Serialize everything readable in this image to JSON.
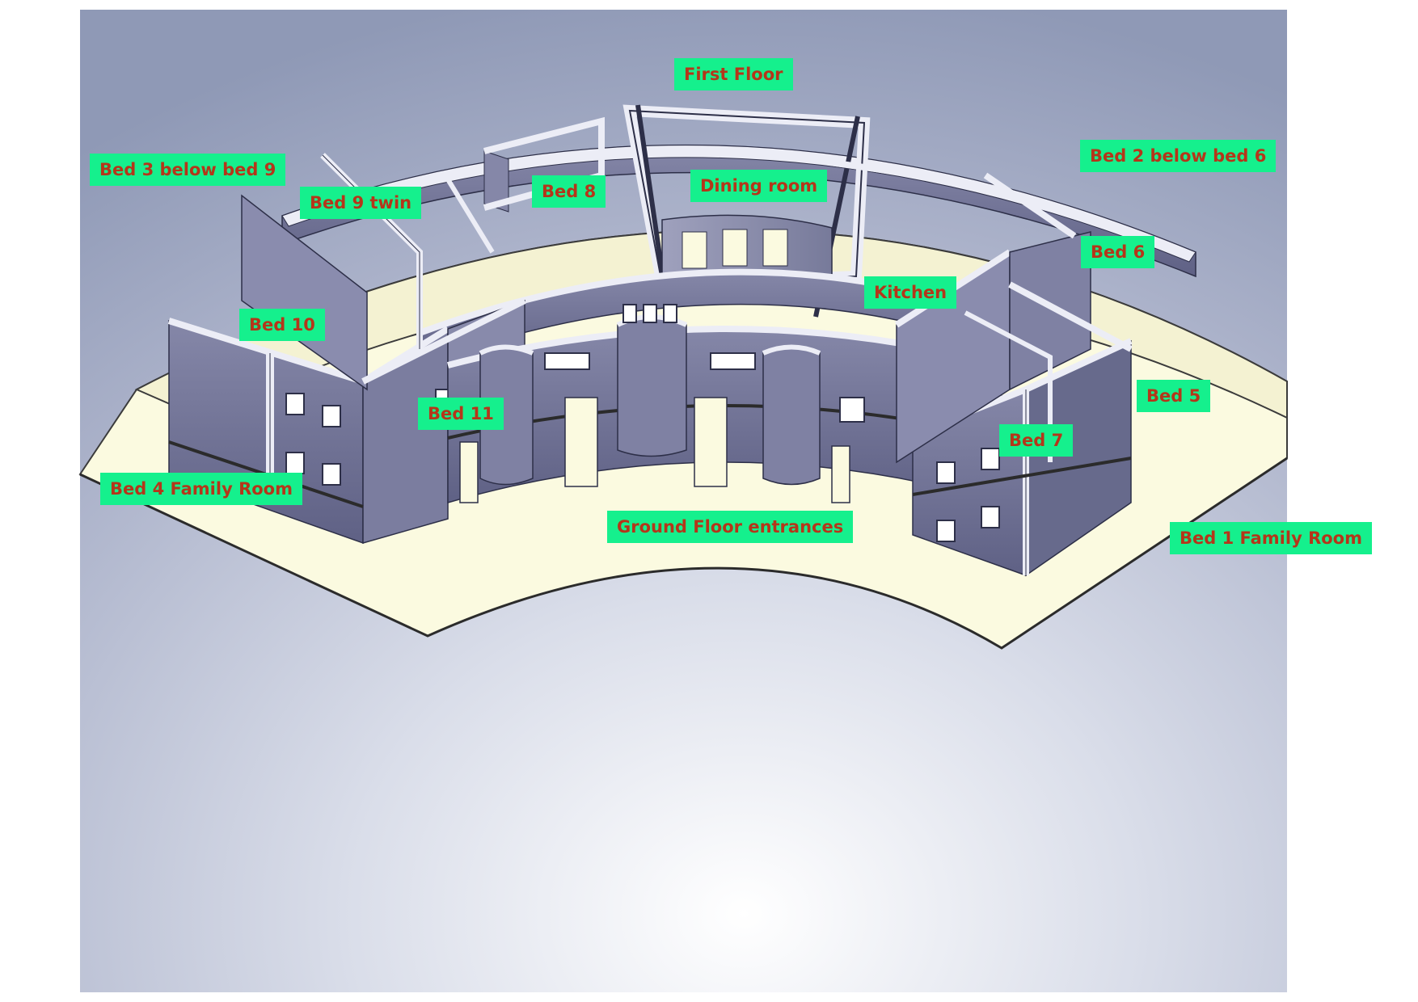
{
  "labels": {
    "first_floor": "First Floor",
    "bed_3": "Bed 3 below bed 9",
    "bed_9": "Bed 9 twin",
    "bed_8": "Bed 8",
    "dining": "Dining room",
    "bed_2": "Bed 2 below bed  6",
    "bed_6": "Bed 6",
    "kitchen": "Kitchen",
    "bed_10": "Bed 10",
    "bed_11": "Bed 11",
    "bed_5": "Bed 5",
    "bed_7": "Bed 7",
    "bed_4": "Bed 4 Family Room",
    "ground_entrances": "Ground Floor entrances",
    "bed_1": "Bed 1 Family Room"
  },
  "colors": {
    "label_background": "#15f08d",
    "label_text": "#b5361a",
    "wall": "#6f7193",
    "wall_top": "#ecedf6",
    "floor_slab": "#fbfae0",
    "background_top": "#a6afc8",
    "background_bottom": "#ffffff"
  }
}
